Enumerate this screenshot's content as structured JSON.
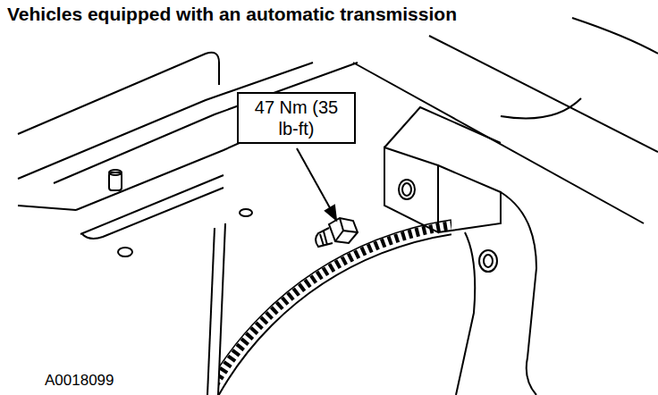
{
  "diagram": {
    "title": "Vehicles equipped with an automatic transmission",
    "nodes": [
      {
        "text": [
          "47 Nm (35 lb-ft)"
        ]
      }
    ],
    "labels": [
      "A0018099"
    ]
  }
}
